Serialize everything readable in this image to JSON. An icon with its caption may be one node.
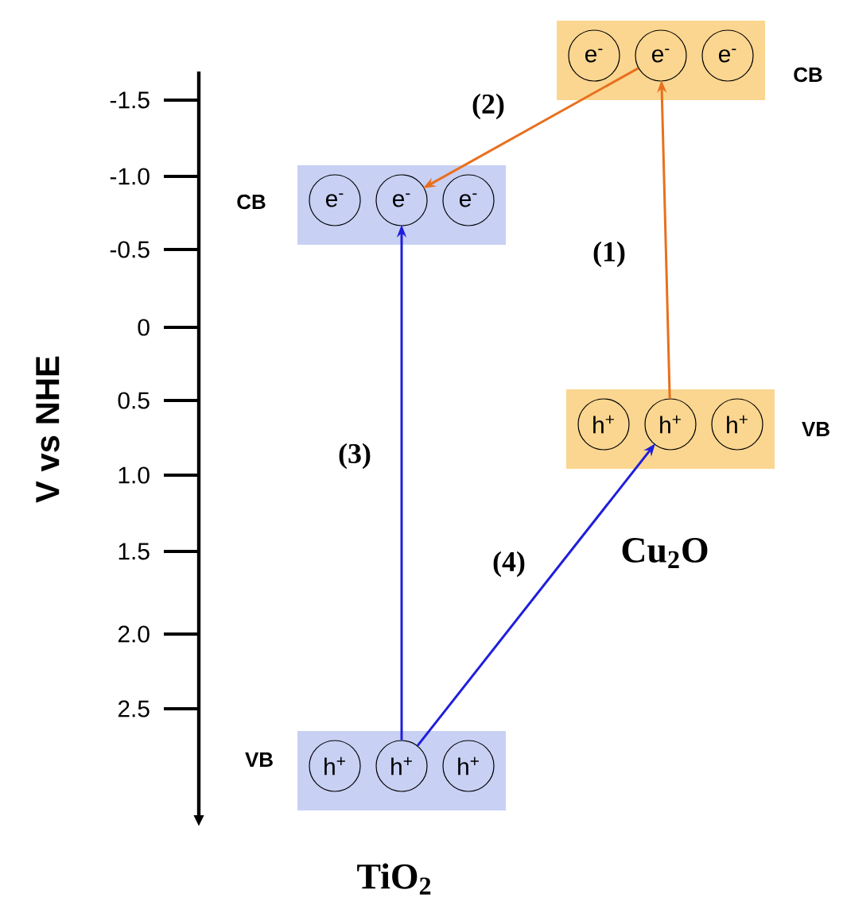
{
  "diagram": {
    "nodes": [
      {
        "text": [
          "CB"
        ]
      },
      {
        "text": [
          "e$^{-}$"
        ],
        "in": 0
      },
      {
        "text": [
          "e$^{-}$"
        ],
        "in": 0
      },
      {
        "text": [
          "e$^{-}$"
        ],
        "in": 0
      },
      {
        "text": [
          "VB"
        ]
      },
      {
        "text": [
          "h$^{+}$"
        ],
        "in": 4
      },
      {
        "text": [
          "h$^{+}$"
        ],
        "in": 4
      },
      {
        "text": [
          "h$^{+}$"
        ],
        "in": 4
      },
      {
        "text": [
          "CB"
        ]
      },
      {
        "text": [
          "e$^{-}$"
        ],
        "in": 8
      },
      {
        "text": [
          "e$^{-}$"
        ],
        "in": 8
      },
      {
        "text": [
          "e$^{-}$"
        ],
        "in": 8
      },
      {
        "text": [
          "VB"
        ]
      },
      {
        "text": [
          "h$^{+}$"
        ],
        "in": 12
      },
      {
        "text": [
          "h$^{+}$"
        ],
        "in": 12
      },
      {
        "text": [
          "h$^{+}$"
        ],
        "in": 12
      }
    ],
    "edges": [
      {
        "from": 14,
        "to": 10,
        "arrow": "to",
        "label": "(1)",
        "color": "#e8701e"
      },
      {
        "from": 10,
        "to": 2,
        "arrow": "to",
        "label": "(2)",
        "color": "#e8701e"
      },
      {
        "from": 6,
        "to": 2,
        "arrow": "to",
        "label": "(3)",
        "color": "#1e1edc"
      },
      {
        "from": 6,
        "to": 14,
        "arrow": "to",
        "label": "(4)",
        "color": "#1e1edc"
      }
    ],
    "labels": [
      "-1.5",
      "-1.0",
      "-0.5",
      "0",
      "0.5",
      "1.0",
      "1.5",
      "2.0",
      "2.5",
      "V vs NHE",
      "Cu$_{2}$O",
      "TiO$_{2}$"
    ]
  }
}
